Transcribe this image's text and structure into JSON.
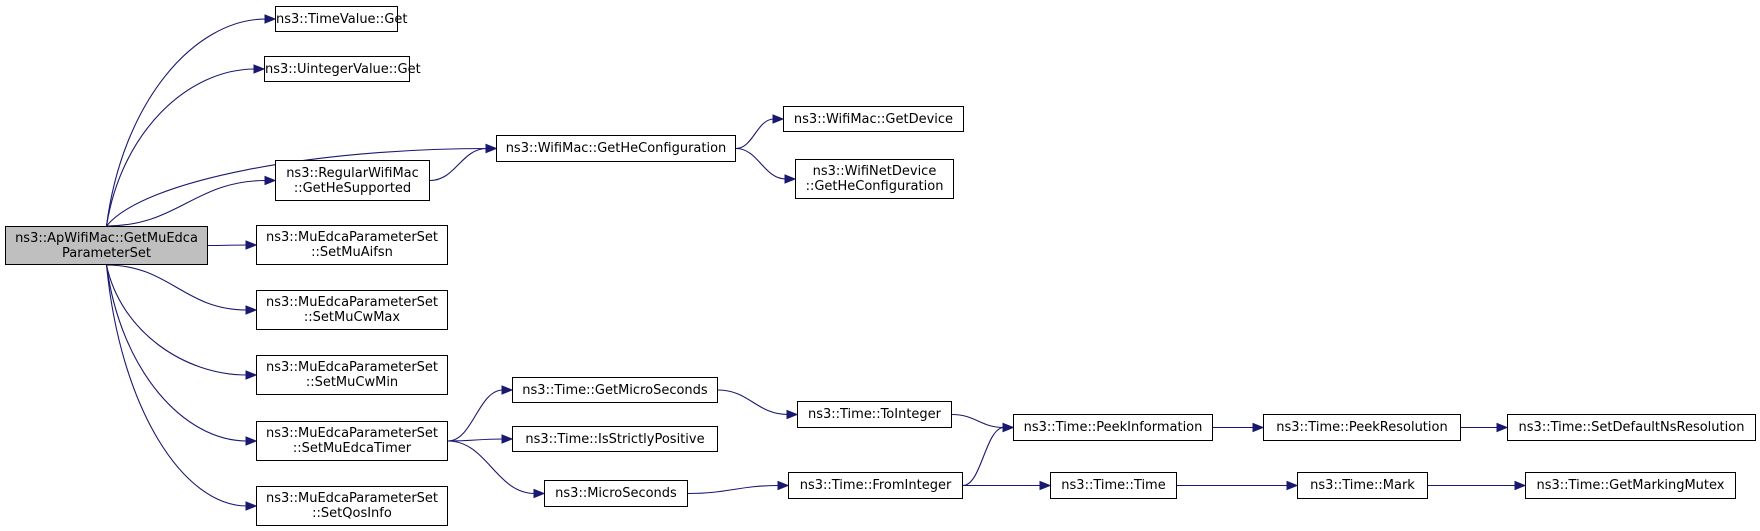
{
  "diagram": {
    "type": "call-graph",
    "edge_color": "#191970",
    "root_fill": "#bfbfbf",
    "nodes": [
      {
        "id": "root",
        "lines": [
          "ns3::ApWifiMac::GetMuEdca",
          "ParameterSet"
        ],
        "root": true
      },
      {
        "id": "timevalue_get",
        "lines": [
          "ns3::TimeValue::Get"
        ]
      },
      {
        "id": "uintegervalue_get",
        "lines": [
          "ns3::UintegerValue::Get"
        ]
      },
      {
        "id": "wifimac_gethecfg",
        "lines": [
          "ns3::WifiMac::GetHeConfiguration"
        ]
      },
      {
        "id": "wifimac_getdevice",
        "lines": [
          "ns3::WifiMac::GetDevice"
        ]
      },
      {
        "id": "wifinetdevice_gethecfg",
        "lines": [
          "ns3::WifiNetDevice",
          "::GetHeConfiguration"
        ]
      },
      {
        "id": "regularwifimac_gethesupported",
        "lines": [
          "ns3::RegularWifiMac",
          "::GetHeSupported"
        ]
      },
      {
        "id": "setmuaifsn",
        "lines": [
          "ns3::MuEdcaParameterSet",
          "::SetMuAifsn"
        ]
      },
      {
        "id": "setmucwmax",
        "lines": [
          "ns3::MuEdcaParameterSet",
          "::SetMuCwMax"
        ]
      },
      {
        "id": "setmucwmin",
        "lines": [
          "ns3::MuEdcaParameterSet",
          "::SetMuCwMin"
        ]
      },
      {
        "id": "setmuedcatimer",
        "lines": [
          "ns3::MuEdcaParameterSet",
          "::SetMuEdcaTimer"
        ]
      },
      {
        "id": "setqosinfo",
        "lines": [
          "ns3::MuEdcaParameterSet",
          "::SetQosInfo"
        ]
      },
      {
        "id": "time_getmicroseconds",
        "lines": [
          "ns3::Time::GetMicroSeconds"
        ]
      },
      {
        "id": "time_isstrictlypositive",
        "lines": [
          "ns3::Time::IsStrictlyPositive"
        ]
      },
      {
        "id": "microseconds",
        "lines": [
          "ns3::MicroSeconds"
        ]
      },
      {
        "id": "time_tointeger",
        "lines": [
          "ns3::Time::ToInteger"
        ]
      },
      {
        "id": "time_frominteger",
        "lines": [
          "ns3::Time::FromInteger"
        ]
      },
      {
        "id": "time_peekinformation",
        "lines": [
          "ns3::Time::PeekInformation"
        ]
      },
      {
        "id": "time_time",
        "lines": [
          "ns3::Time::Time"
        ]
      },
      {
        "id": "time_peekresolution",
        "lines": [
          "ns3::Time::PeekResolution"
        ]
      },
      {
        "id": "time_mark",
        "lines": [
          "ns3::Time::Mark"
        ]
      },
      {
        "id": "time_setdefaultnsresolution",
        "lines": [
          "ns3::Time::SetDefaultNsResolution"
        ]
      },
      {
        "id": "time_getmarkingmutex",
        "lines": [
          "ns3::Time::GetMarkingMutex"
        ]
      }
    ],
    "edges": [
      [
        "root",
        "timevalue_get"
      ],
      [
        "root",
        "uintegervalue_get"
      ],
      [
        "root",
        "wifimac_gethecfg"
      ],
      [
        "root",
        "regularwifimac_gethesupported"
      ],
      [
        "root",
        "setmuaifsn"
      ],
      [
        "root",
        "setmucwmax"
      ],
      [
        "root",
        "setmucwmin"
      ],
      [
        "root",
        "setmuedcatimer"
      ],
      [
        "root",
        "setqosinfo"
      ],
      [
        "wifimac_gethecfg",
        "wifimac_getdevice"
      ],
      [
        "wifimac_gethecfg",
        "wifinetdevice_gethecfg"
      ],
      [
        "regularwifimac_gethesupported",
        "wifimac_gethecfg"
      ],
      [
        "setmuedcatimer",
        "time_getmicroseconds"
      ],
      [
        "setmuedcatimer",
        "time_isstrictlypositive"
      ],
      [
        "setmuedcatimer",
        "microseconds"
      ],
      [
        "time_getmicroseconds",
        "time_tointeger"
      ],
      [
        "time_tointeger",
        "time_peekinformation"
      ],
      [
        "microseconds",
        "time_frominteger"
      ],
      [
        "time_frominteger",
        "time_peekinformation"
      ],
      [
        "time_frominteger",
        "time_time"
      ],
      [
        "time_peekinformation",
        "time_peekresolution"
      ],
      [
        "time_peekresolution",
        "time_setdefaultnsresolution"
      ],
      [
        "time_time",
        "time_mark"
      ],
      [
        "time_mark",
        "time_getmarkingmutex"
      ]
    ]
  }
}
